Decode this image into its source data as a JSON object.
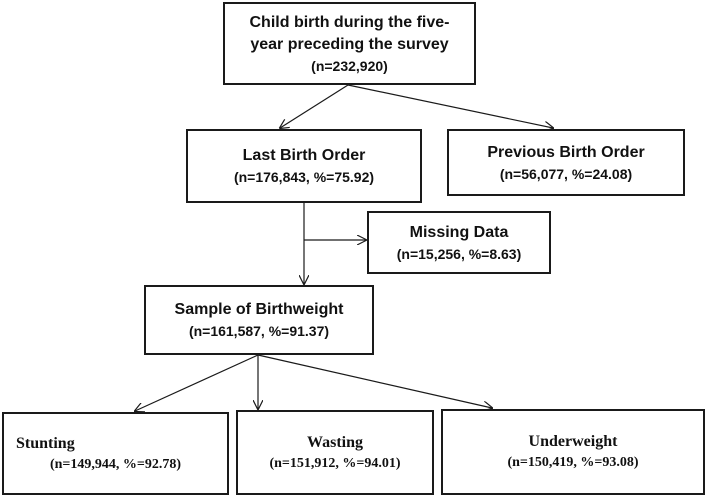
{
  "nodes": {
    "root": {
      "title_line1": "Child birth during the five-",
      "title_line2": "year preceding the survey",
      "count": "(n=232,920)"
    },
    "last_birth": {
      "title": "Last Birth Order",
      "count": "(n=176,843, %=75.92)"
    },
    "previous_birth": {
      "title": "Previous Birth Order",
      "count": "(n=56,077, %=24.08)"
    },
    "missing": {
      "title": "Missing Data",
      "count": "(n=15,256, %=8.63)"
    },
    "sample": {
      "title": "Sample of Birthweight",
      "count": "(n=161,587, %=91.37)"
    },
    "stunting": {
      "title": "Stunting",
      "count": "(n=149,944, %=92.78)"
    },
    "wasting": {
      "title": "Wasting",
      "count": "(n=151,912, %=94.01)"
    },
    "underweight": {
      "title": "Underweight",
      "count": "(n=150,419, %=93.08)"
    }
  }
}
